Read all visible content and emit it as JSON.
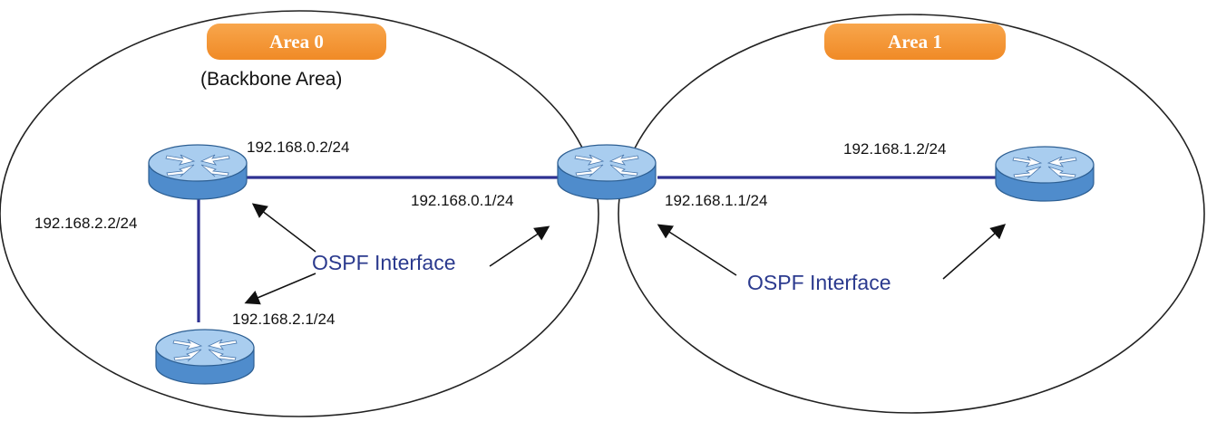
{
  "areas": [
    {
      "label": "Area 0",
      "sublabel": "(Backbone Area)"
    },
    {
      "label": "Area 1"
    }
  ],
  "interfaces": {
    "r1_to_core": "192.168.0.2/24",
    "core_to_r1": "192.168.0.1/24",
    "r1_to_r3": "192.168.2.2/24",
    "r3_to_r1": "192.168.2.1/24",
    "core_to_r4": "192.168.1.1/24",
    "r4_to_core": "192.168.1.2/24"
  },
  "callouts": {
    "left": "OSPF Interface",
    "right": "OSPF Interface"
  },
  "colors": {
    "link": "#2e3192",
    "badge": "#f39a36",
    "router_top": "#a9cdef",
    "router_side": "#4f8ccc",
    "ospf_text": "#2b3a8e"
  },
  "icons": [
    "router-icon"
  ]
}
